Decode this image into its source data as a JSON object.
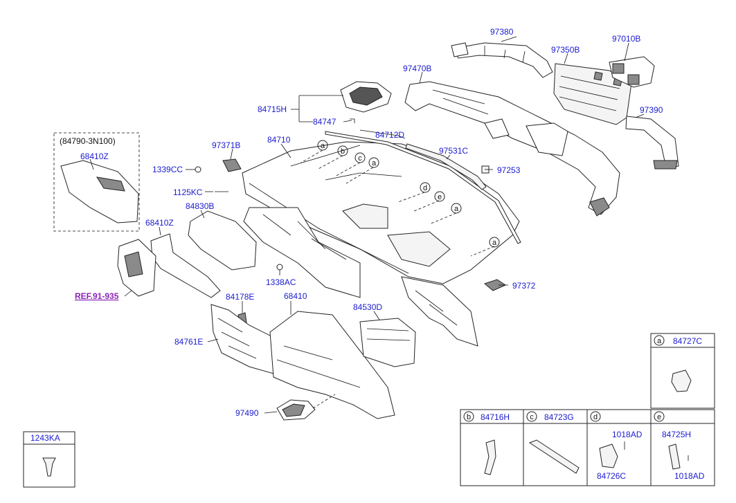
{
  "callouts": [
    {
      "text": "97380"
    },
    {
      "text": "97350B"
    },
    {
      "text": "97010B"
    },
    {
      "text": "97470B"
    },
    {
      "text": "84715H"
    },
    {
      "text": "84747"
    },
    {
      "text": "84712D"
    },
    {
      "text": "97390"
    },
    {
      "text": "(84790-3N100)"
    },
    {
      "text": "68410Z"
    },
    {
      "text": "97371B"
    },
    {
      "text": "84710"
    },
    {
      "text": "97531C"
    },
    {
      "text": "1339CC"
    },
    {
      "text": "97253"
    },
    {
      "text": "1125KC"
    },
    {
      "text": "84830B"
    },
    {
      "text": "68410Z"
    },
    {
      "text": "1338AC"
    },
    {
      "text": "97372"
    },
    {
      "text": "84178E"
    },
    {
      "text": "68410"
    },
    {
      "text": "84530D"
    },
    {
      "text": "84761E"
    },
    {
      "text": "97490"
    }
  ],
  "reference": "REF.91-935",
  "circle_marks": [
    "a",
    "b",
    "c",
    "a",
    "d",
    "e",
    "a",
    "a"
  ],
  "detail_boxes": [
    {
      "letter": "a",
      "part": "84727C"
    },
    {
      "letter": "b",
      "part": "84716H"
    },
    {
      "letter": "c",
      "part": "84723G"
    },
    {
      "letter": "d",
      "part": "",
      "subparts": [
        "1018AD",
        "84726C"
      ]
    },
    {
      "letter": "e",
      "part": "",
      "subparts": [
        "84725H",
        "1018AD"
      ]
    }
  ],
  "fastener_box": {
    "part": "1243KA"
  },
  "colors": {
    "label": "#1a1ad0",
    "reference": "#8b22b8",
    "line": "#222222"
  }
}
